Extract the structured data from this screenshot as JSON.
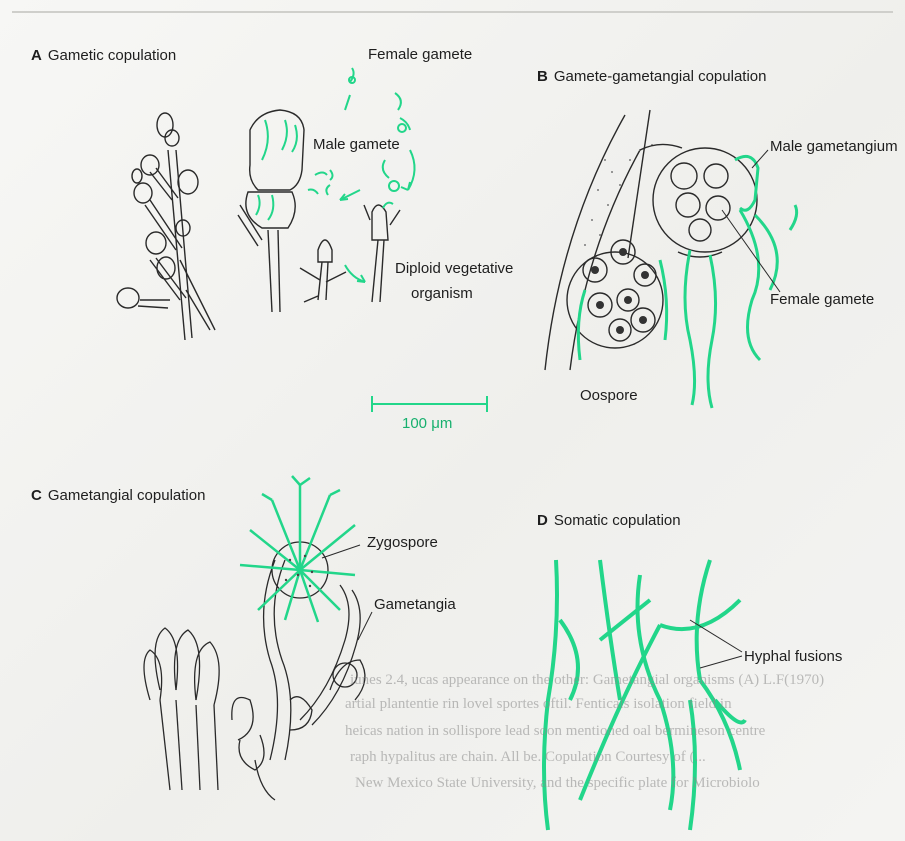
{
  "panels": {
    "a": {
      "letter": "A",
      "title": "Gametic copulation"
    },
    "b": {
      "letter": "B",
      "title": "Gamete-gametangial copulation"
    },
    "c": {
      "letter": "C",
      "title": "Gametangial copulation"
    },
    "d": {
      "letter": "D",
      "title": "Somatic copulation"
    }
  },
  "labels": {
    "female_gamete_a": "Female gamete",
    "male_gamete": "Male gamete",
    "diploid_line1": "Diploid vegetative",
    "diploid_line2": "organism",
    "male_gametangium": "Male gametangium",
    "female_gamete_b": "Female gamete",
    "oospore": "Oospore",
    "zygospore": "Zygospore",
    "gametangia": "Gametangia",
    "hyphal_fusions": "Hyphal fusions"
  },
  "scale_bar": {
    "value": 100,
    "label": "100 μm"
  },
  "bleed_through_text": [
    "iunes 2.4, ucas appearance on the other: Gametangial organisms (A) L.F(1970)",
    "artial plantentie rin lovel sportes oftil. Fenticals isolation field in",
    "heicas nation in sollispore lead soon mentioned oal bermineson centre",
    "raph hypalitus are chain. All be. Copulation Courtesy of (...",
    "New Mexico State University, and the specific plate for Microbiolo"
  ],
  "colors": {
    "line_art": "#2a2a2a",
    "highlight": "#22d68a",
    "background": "#f3f3f1"
  }
}
